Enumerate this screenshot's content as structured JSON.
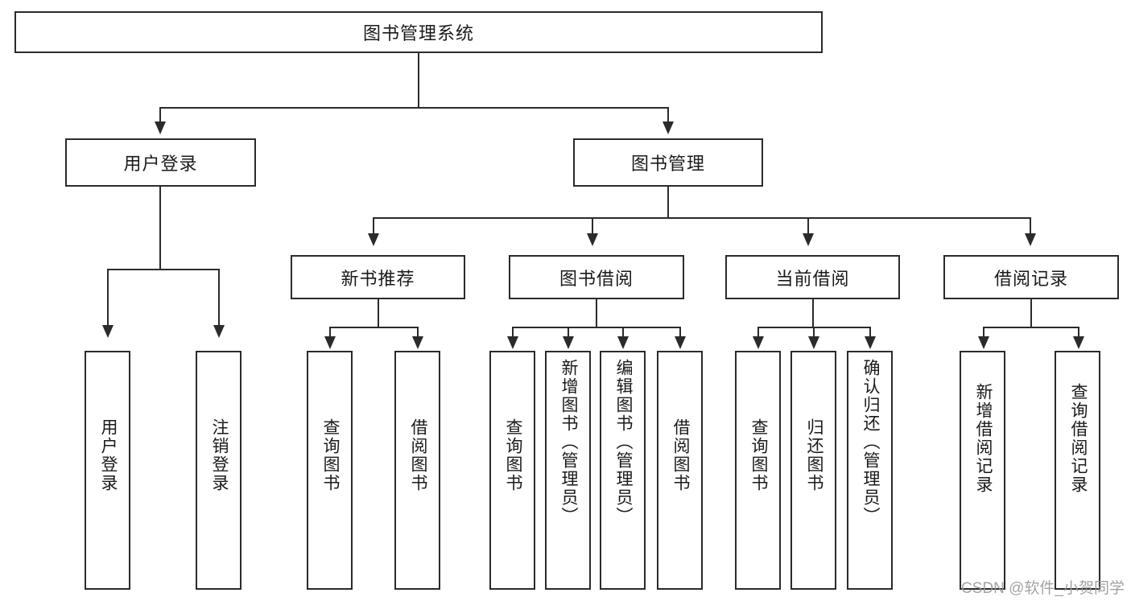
{
  "diagram": {
    "title": "图书管理系统",
    "type": "tree",
    "root": {
      "label": "图书管理系统"
    },
    "level2": [
      {
        "label": "用户登录"
      },
      {
        "label": "图书管理"
      }
    ],
    "level3": [
      {
        "label": "新书推荐"
      },
      {
        "label": "图书借阅"
      },
      {
        "label": "当前借阅"
      },
      {
        "label": "借阅记录"
      }
    ],
    "leaves": {
      "user_login": [
        {
          "label": "用户登录"
        },
        {
          "label": "注销登录"
        }
      ],
      "new_book_recommend": [
        {
          "label": "查询图书"
        },
        {
          "label": "借阅图书"
        }
      ],
      "book_borrow": [
        {
          "label": "查询图书"
        },
        {
          "label": "新增图书（管理员）"
        },
        {
          "label": "编辑图书（管理员）"
        },
        {
          "label": "借阅图书"
        }
      ],
      "current_borrow": [
        {
          "label": "查询图书"
        },
        {
          "label": "归还图书"
        },
        {
          "label": "确认归还（管理员）"
        }
      ],
      "borrow_record": [
        {
          "label": "新增借阅记录"
        },
        {
          "label": "查询借阅记录"
        }
      ]
    }
  },
  "watermark": {
    "text": "CSDN @软件_小贺同学"
  },
  "colors": {
    "stroke": "#2b2b2b",
    "fill": "#ffffff",
    "text": "#1a1a1a",
    "watermark": "#9a9a9a"
  }
}
